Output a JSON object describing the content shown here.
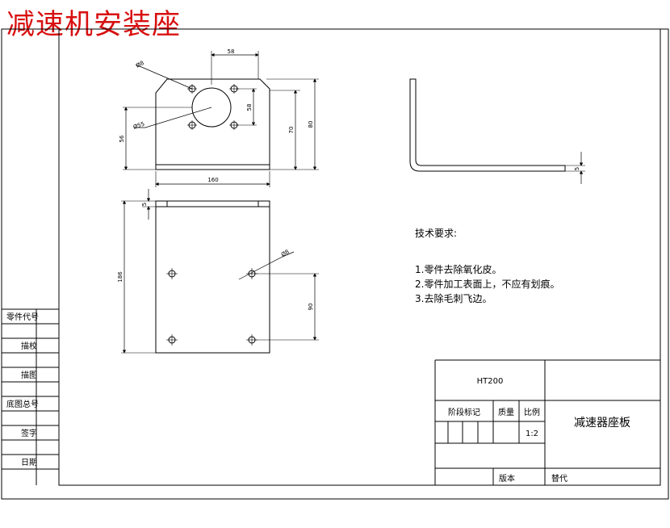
{
  "banner_title": "减速机安装座",
  "dimensions": {
    "hole_small": "Ø8",
    "hole_center": "Ø55",
    "hole_spacing_top": "58",
    "hole_spacing_side": "58",
    "height_70": "70",
    "height_80": "80",
    "height_56": "56",
    "width_160": "160",
    "thickness_side": "5",
    "thickness_top": "5",
    "length_186": "186",
    "plate_hole": "Ø8",
    "spacing_90": "90"
  },
  "technical_requirements": {
    "heading": "技术要求:",
    "items": [
      "1.零件去除氧化皮。",
      "2.零件加工表面上，不应有划痕。",
      "3.去除毛刺飞边。"
    ]
  },
  "side_column": [
    "零件代号",
    "描校",
    "描图",
    "底图总号",
    "签字",
    "日期"
  ],
  "title_block": {
    "material": "HT200",
    "stage_mark": "阶段标记",
    "weight": "质量",
    "ratio_label": "比例",
    "ratio_value": "1:2",
    "part_name": "减速器座板",
    "version_label": "版本",
    "replace_label": "替代"
  }
}
